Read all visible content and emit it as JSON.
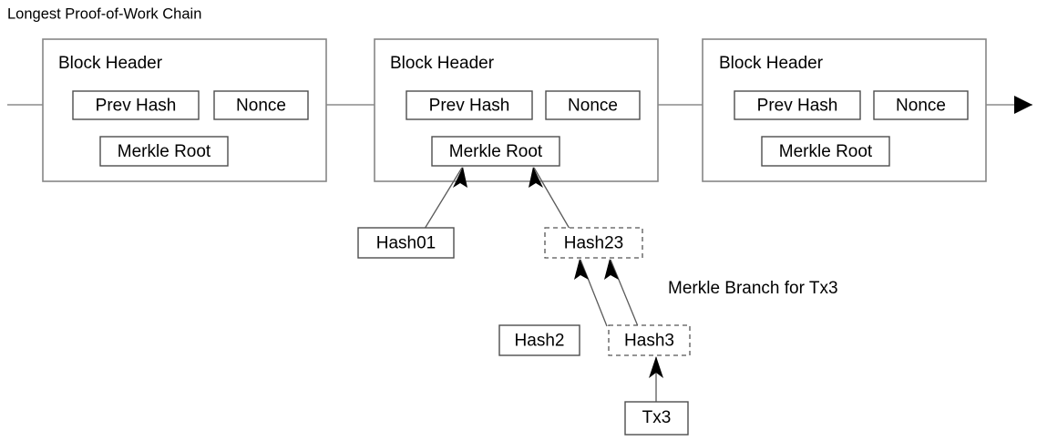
{
  "diagram": {
    "title": "Longest Proof-of-Work Chain",
    "annotation": "Merkle Branch for Tx3",
    "colors": {
      "background": "#ffffff",
      "box_stroke": "#4d4d4d",
      "outer_block_stroke": "#868686",
      "dashed_stroke": "#555555",
      "chain_line": "#8c8c8c",
      "tree_line": "#5a5a5a",
      "arrow_fill": "#000000",
      "text": "#000000"
    },
    "blocks": [
      {
        "id": "block-1",
        "header_label": "Block Header",
        "fields": [
          {
            "id": "prev-hash",
            "label": "Prev Hash"
          },
          {
            "id": "nonce",
            "label": "Nonce"
          },
          {
            "id": "merkle-root",
            "label": "Merkle Root"
          }
        ]
      },
      {
        "id": "block-2",
        "header_label": "Block Header",
        "fields": [
          {
            "id": "prev-hash",
            "label": "Prev Hash"
          },
          {
            "id": "nonce",
            "label": "Nonce"
          },
          {
            "id": "merkle-root",
            "label": "Merkle Root"
          }
        ]
      },
      {
        "id": "block-3",
        "header_label": "Block Header",
        "fields": [
          {
            "id": "prev-hash",
            "label": "Prev Hash"
          },
          {
            "id": "nonce",
            "label": "Nonce"
          },
          {
            "id": "merkle-root",
            "label": "Merkle Root"
          }
        ]
      }
    ],
    "merkle_nodes": [
      {
        "id": "hash01",
        "label": "Hash01",
        "style": "solid"
      },
      {
        "id": "hash23",
        "label": "Hash23",
        "style": "dashed"
      },
      {
        "id": "hash2",
        "label": "Hash2",
        "style": "solid"
      },
      {
        "id": "hash3",
        "label": "Hash3",
        "style": "dashed"
      },
      {
        "id": "tx3",
        "label": "Tx3",
        "style": "solid"
      }
    ],
    "edges": [
      {
        "from": "hash01",
        "to": "block-2.merkle-root"
      },
      {
        "from": "hash23",
        "to": "block-2.merkle-root"
      },
      {
        "from": "hash2",
        "to": "hash23"
      },
      {
        "from": "hash3",
        "to": "hash23"
      },
      {
        "from": "tx3",
        "to": "hash3"
      },
      {
        "from": "chain-in",
        "to": "block-1.prev-hash"
      },
      {
        "from": "block-1",
        "to": "block-2.prev-hash"
      },
      {
        "from": "block-2",
        "to": "block-3.prev-hash"
      },
      {
        "from": "block-3",
        "to": "chain-out"
      }
    ]
  }
}
